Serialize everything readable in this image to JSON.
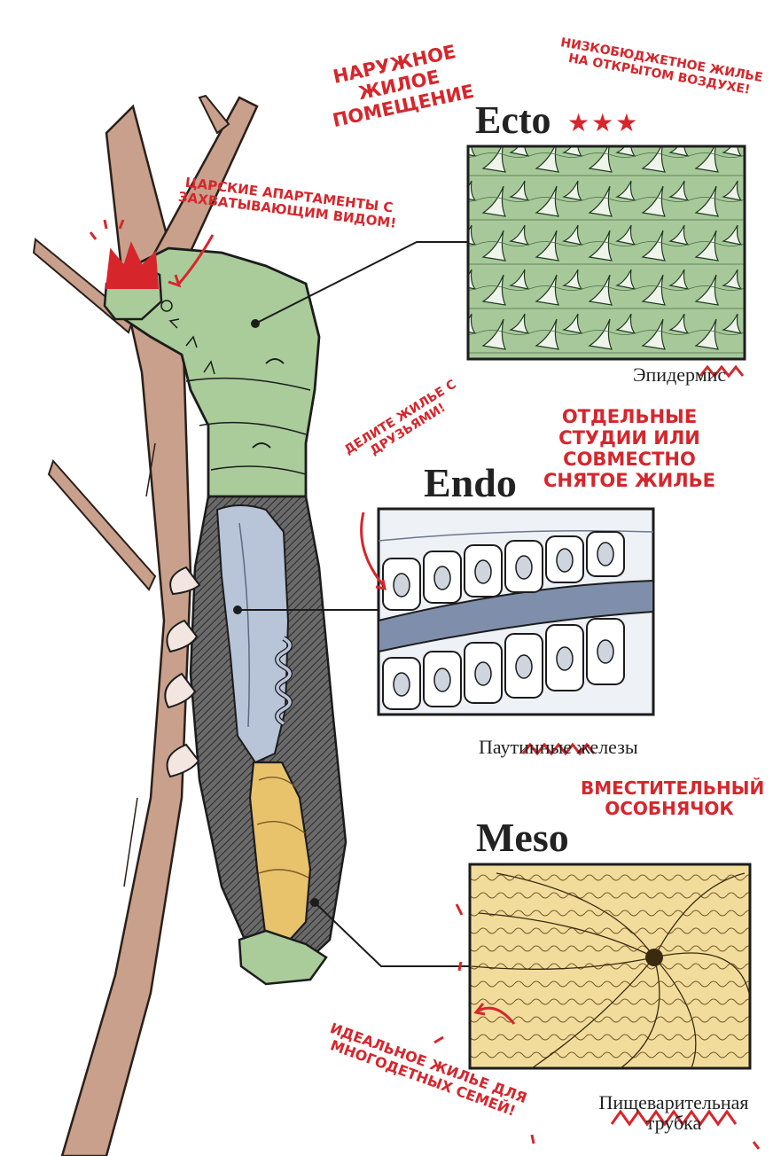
{
  "palette": {
    "accent": "#d6262c",
    "skin": "#a9cc9a",
    "gland": "#b7c2d6",
    "gut": "#e8c36c",
    "branch": "#c79f8a",
    "ink": "#222222"
  },
  "tissues": [
    {
      "title": "Ecto",
      "caption": "Эпидермис",
      "texture": "green-spiky-skin"
    },
    {
      "title": "Endo",
      "caption": "Паутинные железы",
      "texture": "white-cells-blue-lumen"
    },
    {
      "title": "Meso",
      "caption": "Пищеварительная трубка",
      "texture": "yellow-muscle-swirl"
    }
  ],
  "stars": "★★★",
  "annotations": {
    "outdoor_living": "НАРУЖНОЕ ЖИЛОЕ ПОМЕЩЕНИЕ",
    "budget_housing": "НИЗКОБЮДЖЕТНОЕ ЖИЛЬЕ НА ОТКРЫТОМ ВОЗДУХЕ!",
    "royal_suite": "ЦАРСКИЕ АПАРТАМЕНТЫ С ЗАХВАТЫВАЮЩИМ ВИДОМ!",
    "share_housing": "ДЕЛИТЕ ЖИЛЬЕ С ДРУЗЬЯМИ!",
    "studios": "ОТДЕЛЬНЫЕ СТУДИИ ИЛИ СОВМЕСТНО СНЯТОЕ ЖИЛЬЕ",
    "mansion": "ВМЕСТИТЕЛЬНЫЙ ОСОБНЯЧОК",
    "family_housing": "ИДЕАЛЬНОЕ ЖИЛЬЕ ДЛЯ МНОГОДЕТНЫХ СЕМЕЙ!"
  }
}
